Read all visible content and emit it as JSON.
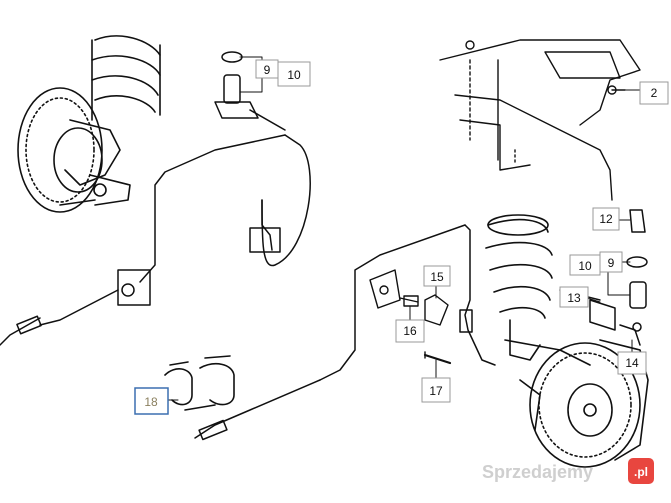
{
  "diagram": {
    "callouts": {
      "c2": "2",
      "c9a": "9",
      "c10a": "10",
      "c12": "12",
      "c9b": "9",
      "c10b": "10",
      "c13": "13",
      "c14": "14",
      "c15": "15",
      "c16": "16",
      "c17": "17",
      "c18": "18"
    },
    "highlight_color": "#3b6fb0",
    "watermark": {
      "text": "Sprzedajemy",
      "suffix": ".pl",
      "badge_color": "#e8463f"
    }
  }
}
